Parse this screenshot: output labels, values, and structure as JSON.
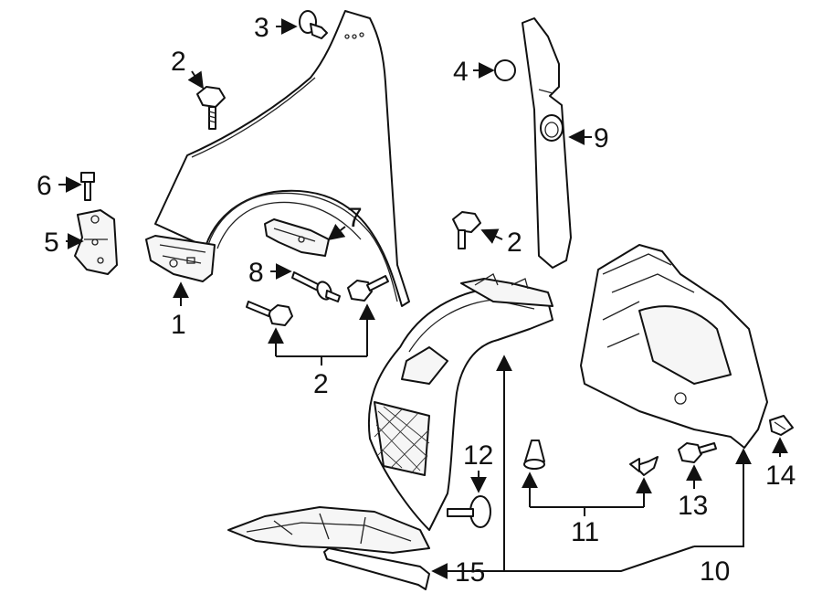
{
  "diagram": {
    "callouts": [
      {
        "key": "c1",
        "label": "1"
      },
      {
        "key": "c2a",
        "label": "2"
      },
      {
        "key": "c2b",
        "label": "2"
      },
      {
        "key": "c2c",
        "label": "2"
      },
      {
        "key": "c3",
        "label": "3"
      },
      {
        "key": "c4",
        "label": "4"
      },
      {
        "key": "c5",
        "label": "5"
      },
      {
        "key": "c6",
        "label": "6"
      },
      {
        "key": "c7",
        "label": "7"
      },
      {
        "key": "c8",
        "label": "8"
      },
      {
        "key": "c9",
        "label": "9"
      },
      {
        "key": "c10",
        "label": "10"
      },
      {
        "key": "c11",
        "label": "11"
      },
      {
        "key": "c12",
        "label": "12"
      },
      {
        "key": "c13",
        "label": "13"
      },
      {
        "key": "c14",
        "label": "14"
      },
      {
        "key": "c15",
        "label": "15"
      }
    ],
    "colors": {
      "line": "#111111",
      "background": "#ffffff"
    }
  }
}
